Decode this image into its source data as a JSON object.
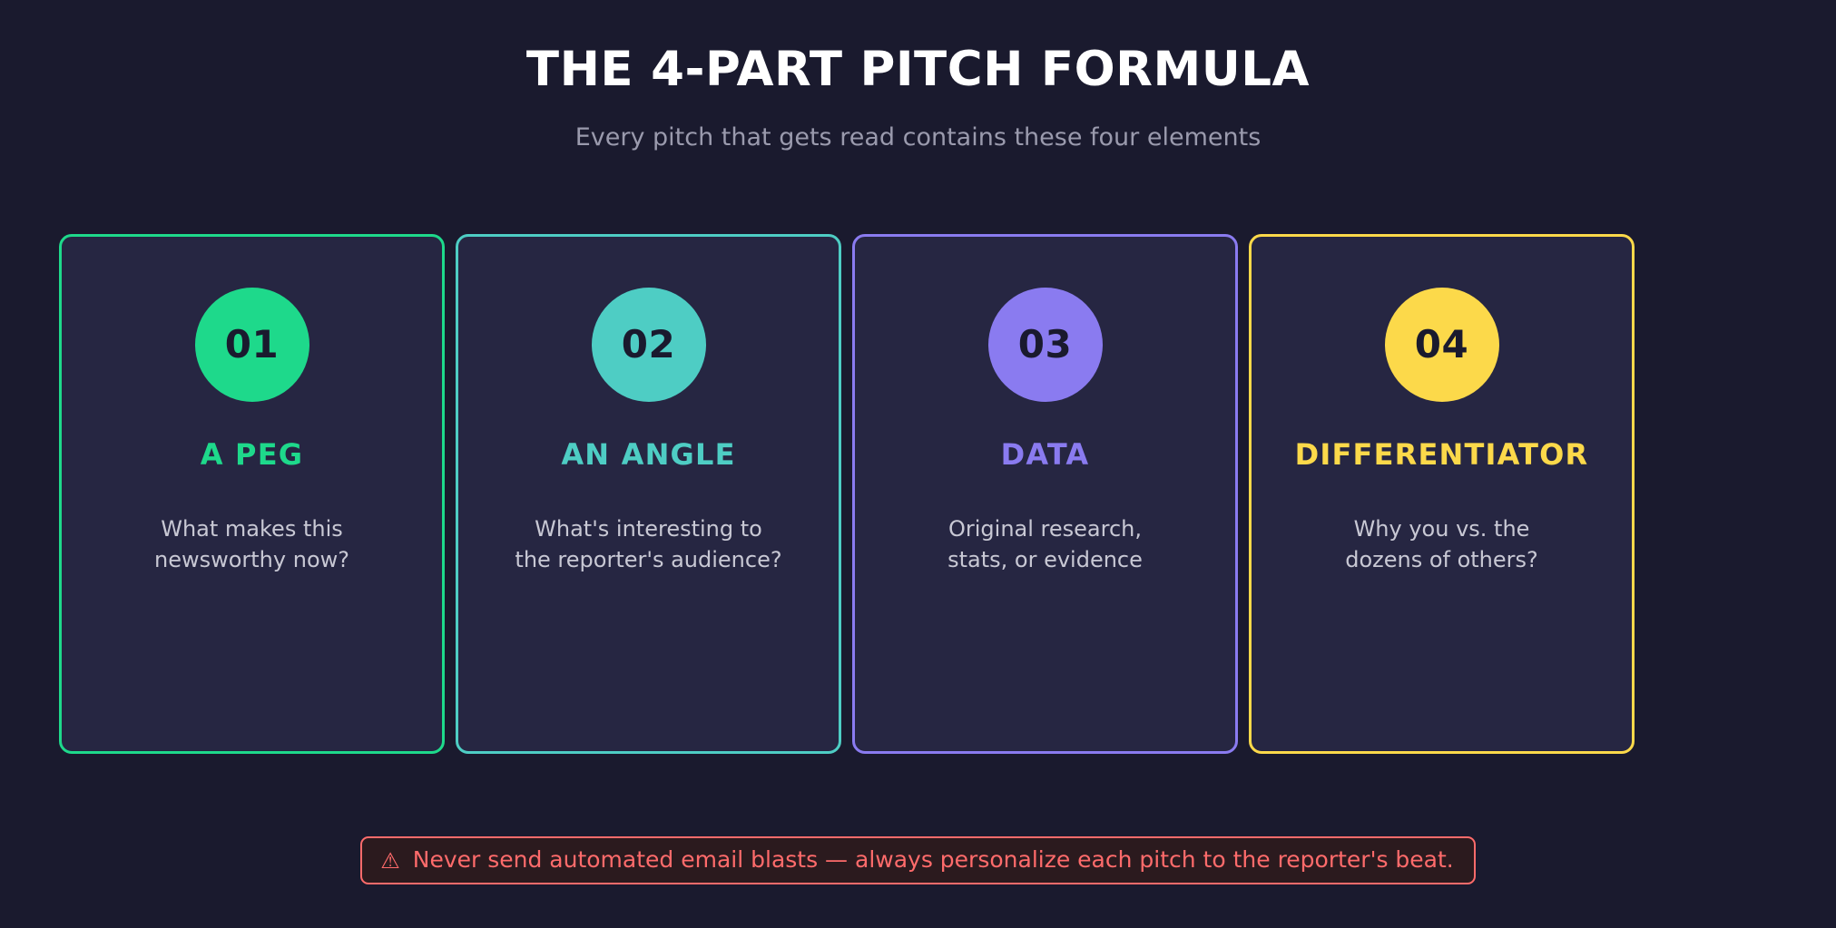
{
  "header": {
    "title": "THE 4-PART PITCH FORMULA",
    "subtitle": "Every pitch that gets read contains these four elements"
  },
  "cards": [
    {
      "number": "01",
      "title": "A PEG",
      "description": "What makes this\nnewsworthy now?",
      "color": "#1ed98b"
    },
    {
      "number": "02",
      "title": "AN ANGLE",
      "description": "What's interesting to\nthe reporter's audience?",
      "color": "#4ecdc4"
    },
    {
      "number": "03",
      "title": "DATA",
      "description": "Original research,\nstats, or evidence",
      "color": "#8a7bf0"
    },
    {
      "number": "04",
      "title": "DIFFERENTIATOR",
      "description": "Why you vs. the\ndozens of others?",
      "color": "#fcd94a"
    }
  ],
  "warning": {
    "icon": "⚠",
    "text": "Never send automated email blasts — always personalize each pitch to the reporter's beat.",
    "color": "#ff6b6b",
    "background": "#2b1a1e"
  },
  "theme": {
    "page_background": "#1a1a2e",
    "card_background": "#262642",
    "title_color": "#ffffff",
    "subtitle_color": "#9a9aad",
    "body_text_color": "#c8c8d4",
    "badge_number_color": "#1a1a2e"
  }
}
